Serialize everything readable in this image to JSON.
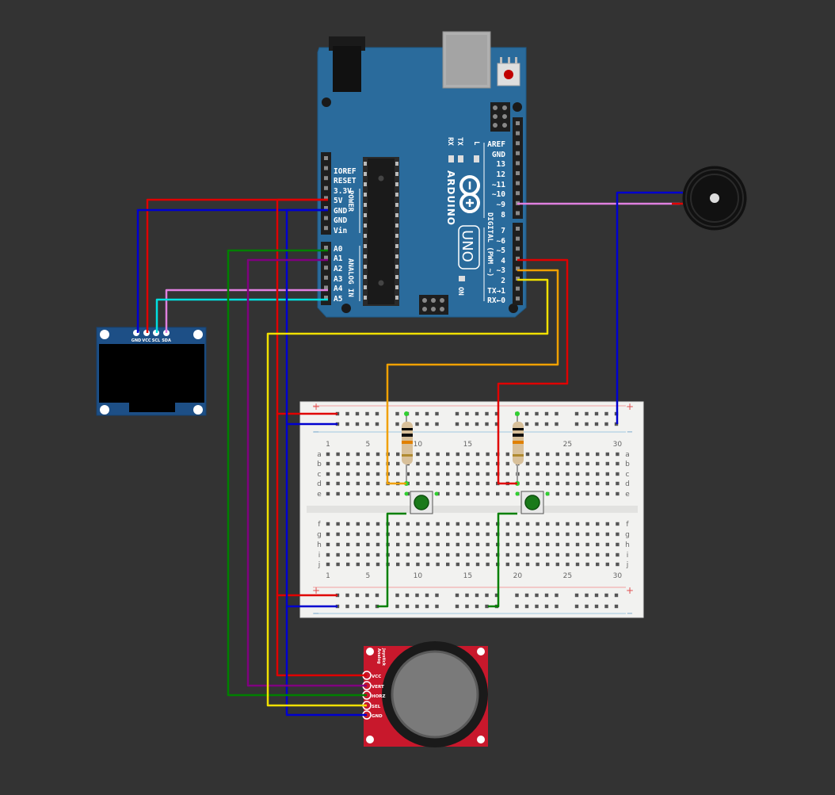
{
  "arduino": {
    "brand": "ARDUINO",
    "model": "UNO",
    "on_label": "ON",
    "l_label": "L",
    "tx_label": "TX",
    "rx_label": "RX",
    "power_header": "POWER",
    "analog_header": "ANALOG IN",
    "digital_header": "DIGITAL (PWM ~)",
    "power_pins": [
      "IOREF",
      "RESET",
      "3.3V",
      "5V",
      "GND",
      "GND",
      "Vin"
    ],
    "analog_pins": [
      "A0",
      "A1",
      "A2",
      "A3",
      "A4",
      "A5"
    ],
    "digital_top_pins": [
      "AREF",
      "GND",
      "13",
      "12",
      "~11",
      "~10",
      "~9",
      "8"
    ],
    "digital_bottom_pins": [
      "7",
      "~6",
      "~5",
      "4",
      "~3",
      "2",
      "TX→1",
      "RX←0"
    ]
  },
  "oled": {
    "pins": [
      "GND",
      "VCC",
      "SCL",
      "SDA"
    ]
  },
  "joystick": {
    "title_line1": "Analog",
    "title_line2": "Joystick",
    "pins": [
      "VCC",
      "VERT",
      "HORZ",
      "SEL",
      "GND"
    ]
  },
  "breadboard": {
    "rows_top": [
      "a",
      "b",
      "c",
      "d",
      "e"
    ],
    "rows_bottom": [
      "f",
      "g",
      "h",
      "i",
      "j"
    ],
    "column_numbers": [
      "1",
      "5",
      "10",
      "15",
      "20",
      "25",
      "30"
    ],
    "plus_sign": "+",
    "minus_sign": "−"
  },
  "wire_colors": {
    "red": "#e00000",
    "blue": "#0000d0",
    "yellow": "#f0e000",
    "orange": "#f0a000",
    "green": "#008000",
    "purple": "#800080",
    "cyan": "#00e0e0",
    "pink": "#e080e0",
    "board_blue": "#2a6b9c",
    "joystick_red": "#c8182c"
  }
}
